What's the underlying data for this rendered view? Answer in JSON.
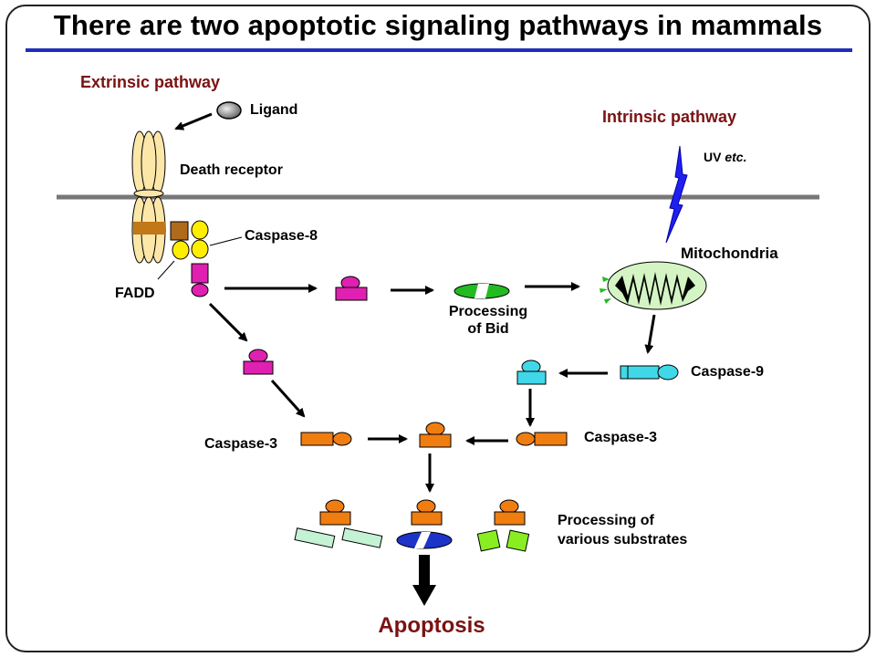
{
  "title": "There are two apoptotic signaling pathways in mammals",
  "extrinsic": {
    "heading": "Extrinsic  pathway",
    "ligand": "Ligand",
    "death_receptor": "Death receptor",
    "caspase8": "Caspase-8",
    "fadd": "FADD",
    "caspase3": "Caspase-3"
  },
  "intrinsic": {
    "heading": "Intrinsic  pathway",
    "uv": "UV ",
    "uv_etc": "etc.",
    "mitochondria": "Mitochondria",
    "caspase9": "Caspase-9",
    "caspase3": "Caspase-3"
  },
  "bid": {
    "line1": "Processing",
    "line2": "of Bid"
  },
  "substrates": {
    "line1": "Processing of",
    "line2": "various substrates"
  },
  "outcome": "Apoptosis",
  "colors": {
    "title_rule": "#1f2dbd",
    "pathway_text": "#7a1212",
    "caspase8": "#e020b0",
    "caspase3": "#f07d10",
    "caspase9": "#40d8e8",
    "bid": "#22bb22",
    "membrane": "#777777"
  }
}
